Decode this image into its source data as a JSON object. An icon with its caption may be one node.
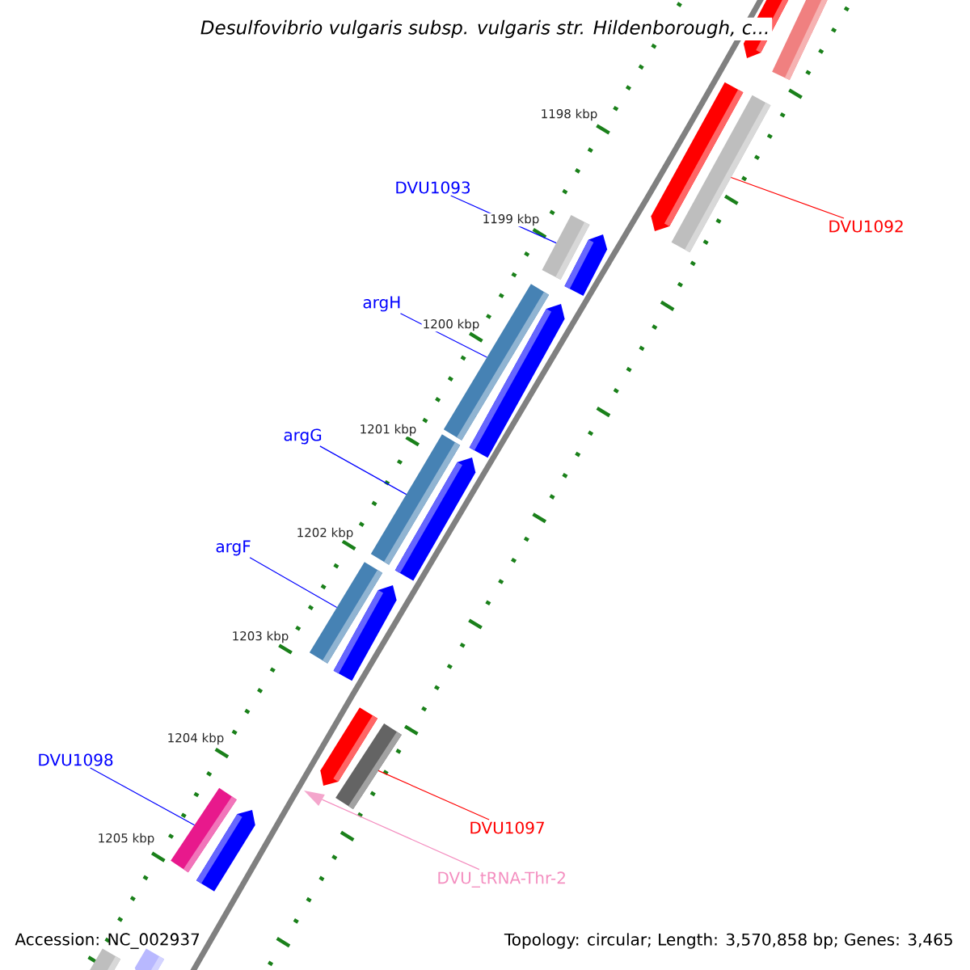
{
  "diagram": {
    "title": "Desulfovibrio vulgaris subsp. vulgaris str. Hildenborough, c...",
    "nodes": [
      {
        "text": [],
        "shape": "block"
      },
      {
        "text": [],
        "shape": "bar"
      },
      {
        "text": [],
        "shape": "block"
      },
      {
        "text": [],
        "shape": "bar"
      },
      {
        "text": [
          "DVU1093"
        ]
      },
      {
        "text": [
          "DVU1092"
        ]
      },
      {
        "text": [],
        "shape": "bar"
      },
      {
        "text": [],
        "shape": "block"
      },
      {
        "text": [
          "argH"
        ]
      },
      {
        "text": [],
        "shape": "bar"
      },
      {
        "text": [],
        "shape": "block"
      },
      {
        "text": [
          "argG"
        ]
      },
      {
        "text": [],
        "shape": "bar"
      },
      {
        "text": [],
        "shape": "block"
      },
      {
        "text": [
          "argF"
        ]
      },
      {
        "text": [],
        "shape": "bar"
      },
      {
        "text": [],
        "shape": "block"
      },
      {
        "text": [],
        "shape": "block"
      },
      {
        "text": [],
        "shape": "bar"
      },
      {
        "text": [
          "DVU1098"
        ]
      },
      {
        "text": [],
        "shape": "triangle"
      },
      {
        "text": [],
        "shape": "bar"
      },
      {
        "text": [
          "DVU1097"
        ]
      },
      {
        "text": [],
        "shape": "block"
      },
      {
        "text": [
          "DVU_tRNA-Thr-2"
        ]
      },
      {
        "text": [],
        "shape": "bar"
      },
      {
        "text": [],
        "shape": "block"
      }
    ],
    "edges": [
      {
        "from": 4,
        "to": 6,
        "arrow": "none"
      },
      {
        "from": 5,
        "to": 3,
        "arrow": "none",
        "color": "#ff0000"
      },
      {
        "from": 8,
        "to": 9,
        "arrow": "none"
      },
      {
        "from": 11,
        "to": 12,
        "arrow": "none"
      },
      {
        "from": 14,
        "to": 15,
        "arrow": "none"
      },
      {
        "from": 19,
        "to": 21,
        "arrow": "none"
      },
      {
        "from": 22,
        "to": 18,
        "arrow": "none",
        "color": "#ff0000"
      },
      {
        "from": 24,
        "to": 20,
        "arrow": "none",
        "color": "#f48fc0"
      }
    ],
    "labels": [
      "1198 kbp",
      "1199 kbp",
      "1200 kbp",
      "1201 kbp",
      "1202 kbp",
      "1203 kbp",
      "1204 kbp",
      "1205 kbp",
      "Accession: NC_002937",
      "Topology: circular; Length: 3,570,858 bp; Genes: 3,465"
    ]
  }
}
